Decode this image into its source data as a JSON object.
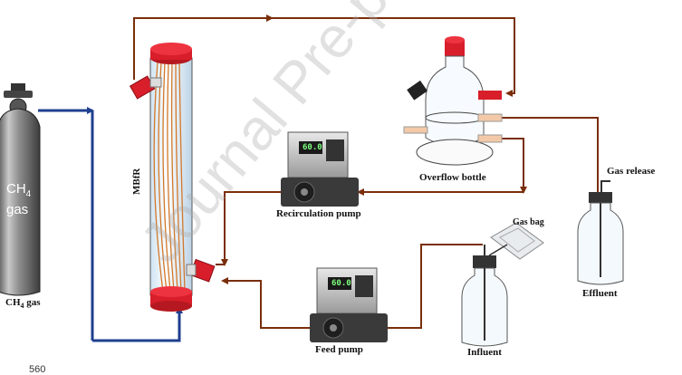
{
  "watermark": "Journal Pre-p",
  "gas_cylinder": {
    "text_line1": "CH",
    "text_sub": "4",
    "text_line2": "gas",
    "label": "CH",
    "label_sub": "4",
    "label_rest": " gas"
  },
  "reactor_label": "MBfR",
  "labels": {
    "overflow_bottle": "Overflow bottle",
    "recirculation_pump": "Recirculation pump",
    "feed_pump": "Feed pump",
    "gas_release": "Gas release",
    "effluent": "Effluent",
    "gas_bag": "Gas bag",
    "influent": "Influent"
  },
  "pump_display": "60.0",
  "page_number": "560",
  "colors": {
    "gas_line": "#1f3f8f",
    "liquid_line": "#7a2e0a",
    "cap": "#d81e2a",
    "fibers": "#d2782a"
  }
}
